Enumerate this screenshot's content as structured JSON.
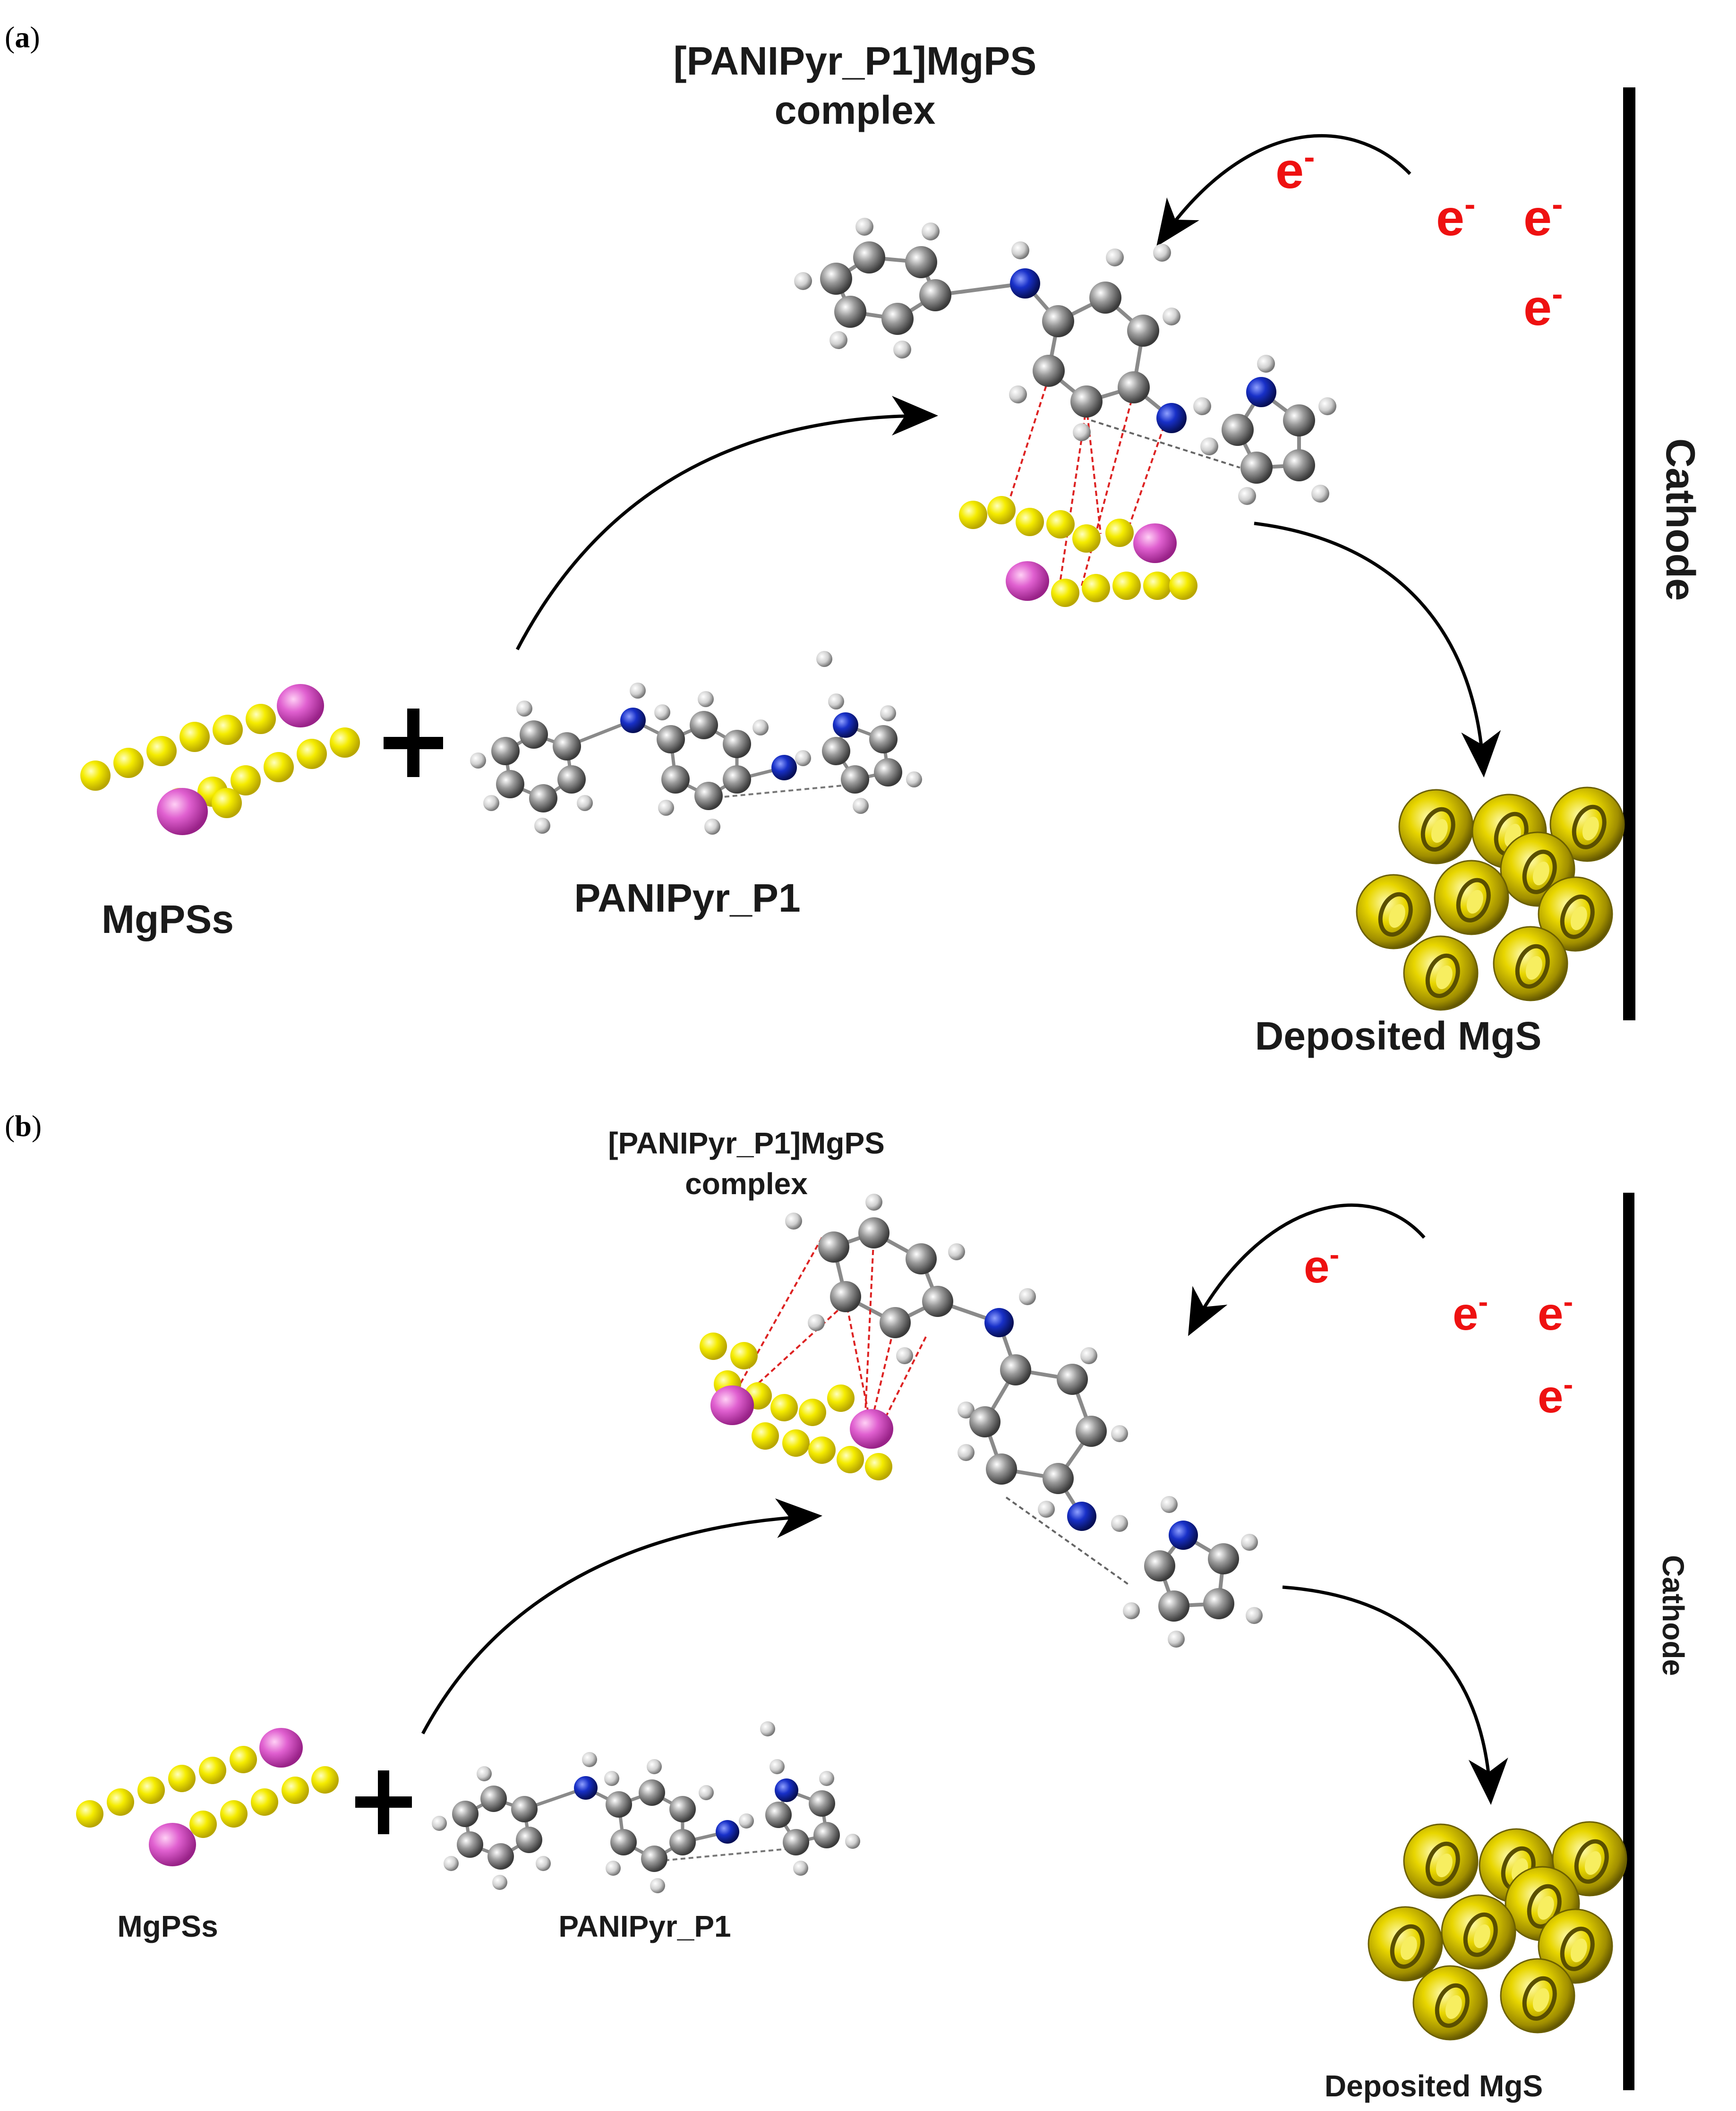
{
  "panels": [
    {
      "id": "a",
      "panel_label_open": "(",
      "panel_label_letter": "a",
      "panel_label_close": ")",
      "complex_title_line1": "[PANIPyr_P1]MgPS",
      "complex_title_line2": "complex",
      "reactant1_label": "MgPSs",
      "reactant2_label": "PANIPyr_P1",
      "plus_symbol": "+",
      "electron_symbol": "e",
      "electron_charge": "-",
      "cathode_label": "Cathode",
      "product_label": "Deposited MgS"
    },
    {
      "id": "b",
      "panel_label_open": "(",
      "panel_label_letter": "b",
      "panel_label_close": ")",
      "complex_title_line1": "[PANIPyr_P1]MgPS",
      "complex_title_line2": "complex",
      "reactant1_label": "MgPSs",
      "reactant2_label": "PANIPyr_P1",
      "plus_symbol": "+",
      "electron_symbol": "e",
      "electron_charge": "-",
      "cathode_label": "Cathode",
      "product_label": "Deposited MgS"
    }
  ],
  "colors": {
    "sulfur": "#f2e600",
    "magnesium": "#dd55cc",
    "carbon": "#8c8c8c",
    "nitrogen": "#1428b4",
    "hydrogen": "#d0d0d0",
    "electron": "#ee1111",
    "interaction_line": "#dd2222",
    "hbond_line": "#666666",
    "cathode": "#000000",
    "mgs_particle": "#d4c400"
  },
  "icons": [
    "curved-arrow-icon",
    "plus-icon",
    "mgs-particle-icon"
  ]
}
